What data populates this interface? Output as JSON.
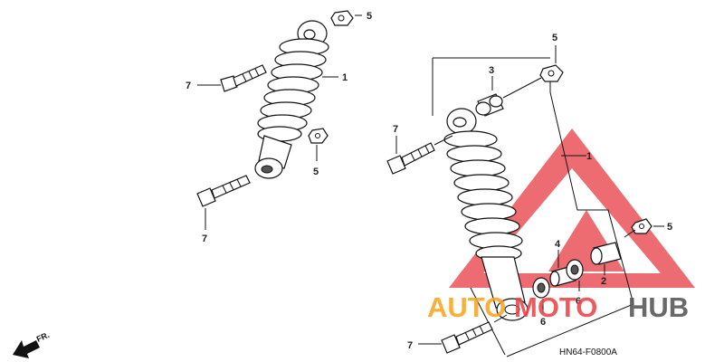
{
  "callouts": {
    "left_assembly": {
      "shock": "1",
      "nut_top": "5",
      "nut_lower": "5",
      "bolt_upper": "7",
      "bolt_lower": "7"
    },
    "right_assembly": {
      "nut_top": "5",
      "cushion": "3",
      "shock": "1",
      "bolt_upper": "7",
      "nut_right": "5",
      "collar_4": "4",
      "collar_2": "2",
      "bushing_6a": "6",
      "bushing_6b": "6",
      "bolt_lower": "7"
    }
  },
  "diagram_code": "HN64-F0800A",
  "direction_label": "FR.",
  "watermark": {
    "text": "AUTOMOTOHUB",
    "colors": {
      "logo": "#e8444a",
      "auto": "#f5a623",
      "moto": "#e8444a",
      "hub": "#555555"
    }
  }
}
